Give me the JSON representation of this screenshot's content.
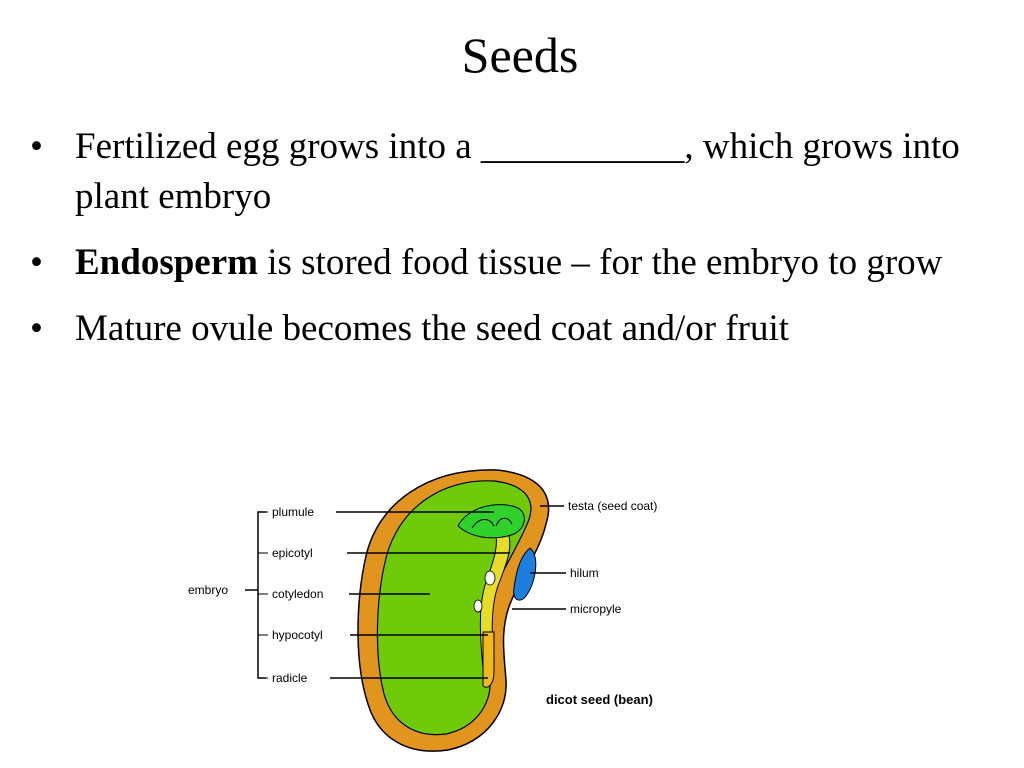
{
  "slide": {
    "title": "Seeds",
    "bullets": [
      {
        "bold": "",
        "text": "Fertilized egg grows into a ___________, which grows into plant embryo"
      },
      {
        "bold": "Endosperm",
        "text": " is stored food tissue – for the embryo to grow"
      },
      {
        "bold": "",
        "text": "Mature ovule becomes the seed coat and/or fruit"
      }
    ],
    "bullet_glyph": "•"
  },
  "diagram": {
    "left_labels": {
      "plumule": "plumule",
      "epicotyl": "epicotyl",
      "cotyledon": "cotyledon",
      "hypocotyl": "hypocotyl",
      "radicle": "radicle"
    },
    "group_label": "embryo",
    "right_labels": {
      "testa": "testa (seed coat)",
      "hilum": "hilum",
      "micropyle": "micropyle"
    },
    "caption": "dicot seed (bean)",
    "colors": {
      "testa": "#e2951e",
      "cotyledon": "#6fcb0a",
      "plumule": "#2fd12a",
      "axis": "#e6dc2a",
      "radicle": "#f0b81a",
      "hilum": "#1c7fe0",
      "outline": "#000000"
    }
  }
}
